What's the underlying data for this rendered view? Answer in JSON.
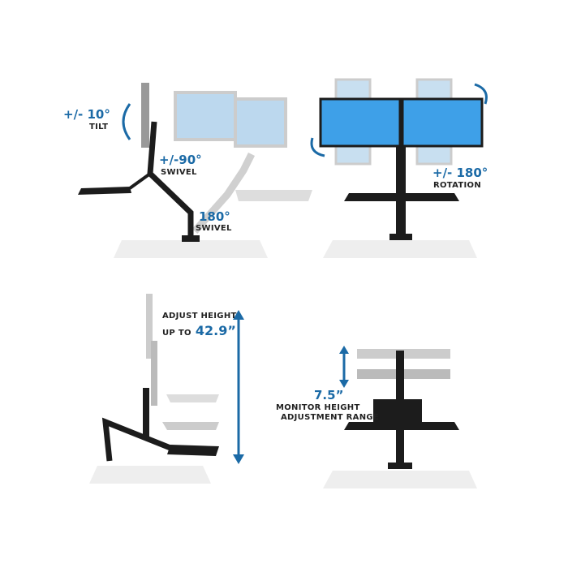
{
  "colors": {
    "accent": "#1b6aa6",
    "mount": "#1c1c1c",
    "ghost": "#c8c8c8",
    "screen": "#3ea0e8",
    "desk": "#eeeeee"
  },
  "panels": {
    "tilt_swivel": {
      "tilt_value": "+/- 10°",
      "tilt_label": "TILT",
      "swivel1_value": "+/-90°",
      "swivel1_label": "SWIVEL",
      "swivel2_value": "180°",
      "swivel2_label": "SWIVEL"
    },
    "rotation": {
      "value": "+/- 180°",
      "label": "ROTATION"
    },
    "height": {
      "line1": "ADJUST HEIGHT",
      "line2_prefix": "UP TO",
      "line2_value": "42.9”"
    },
    "monitor_height": {
      "value": "7.5”",
      "line1": "MONITOR HEIGHT",
      "line2": "ADJUSTMENT RANGE"
    }
  }
}
